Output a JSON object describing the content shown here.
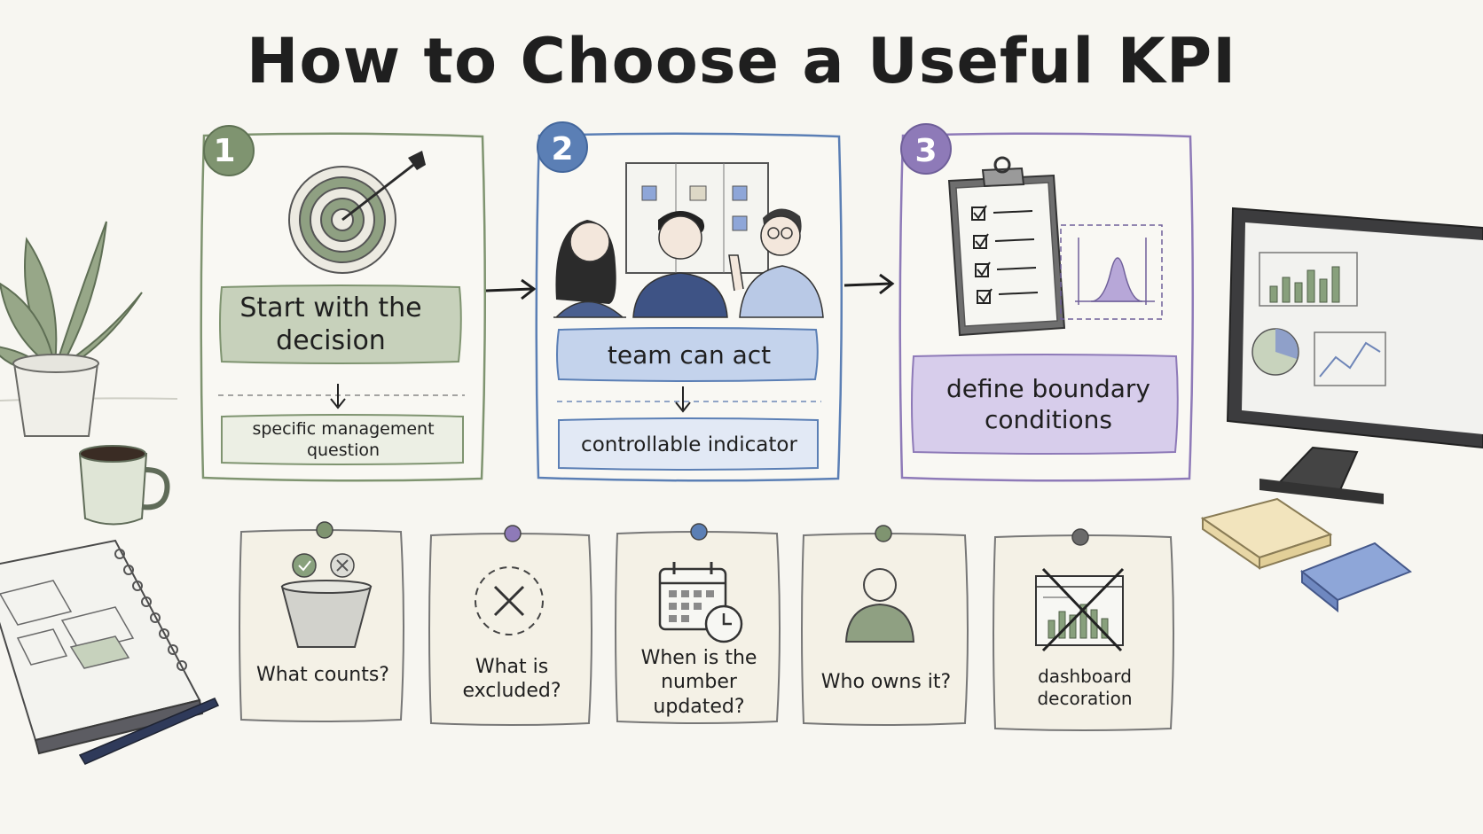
{
  "title": "How to Choose a Useful KPI",
  "colors": {
    "green": "#7f9470",
    "blue": "#5b7fb5",
    "purple": "#8e7ab8",
    "paper": "#f7f6f1"
  },
  "steps": [
    {
      "number": "1",
      "icon": "target-icon",
      "label": "Start with the decision",
      "sub": "specific management question"
    },
    {
      "number": "2",
      "icon": "team-meeting-icon",
      "label": "team can act",
      "sub": "controllable indicator"
    },
    {
      "number": "3",
      "icon": "checklist-clipboard-icon",
      "label": "define boundary conditions"
    }
  ],
  "notes": [
    {
      "icon": "bucket-check-icon",
      "label": "What counts?"
    },
    {
      "icon": "exclude-x-icon",
      "label": "What is excluded?"
    },
    {
      "icon": "calendar-clock-icon",
      "label": "When is the number updated?"
    },
    {
      "icon": "person-icon",
      "label": "Who owns it?"
    },
    {
      "icon": "crossed-dashboard-icon",
      "label": "dashboard decoration"
    }
  ]
}
